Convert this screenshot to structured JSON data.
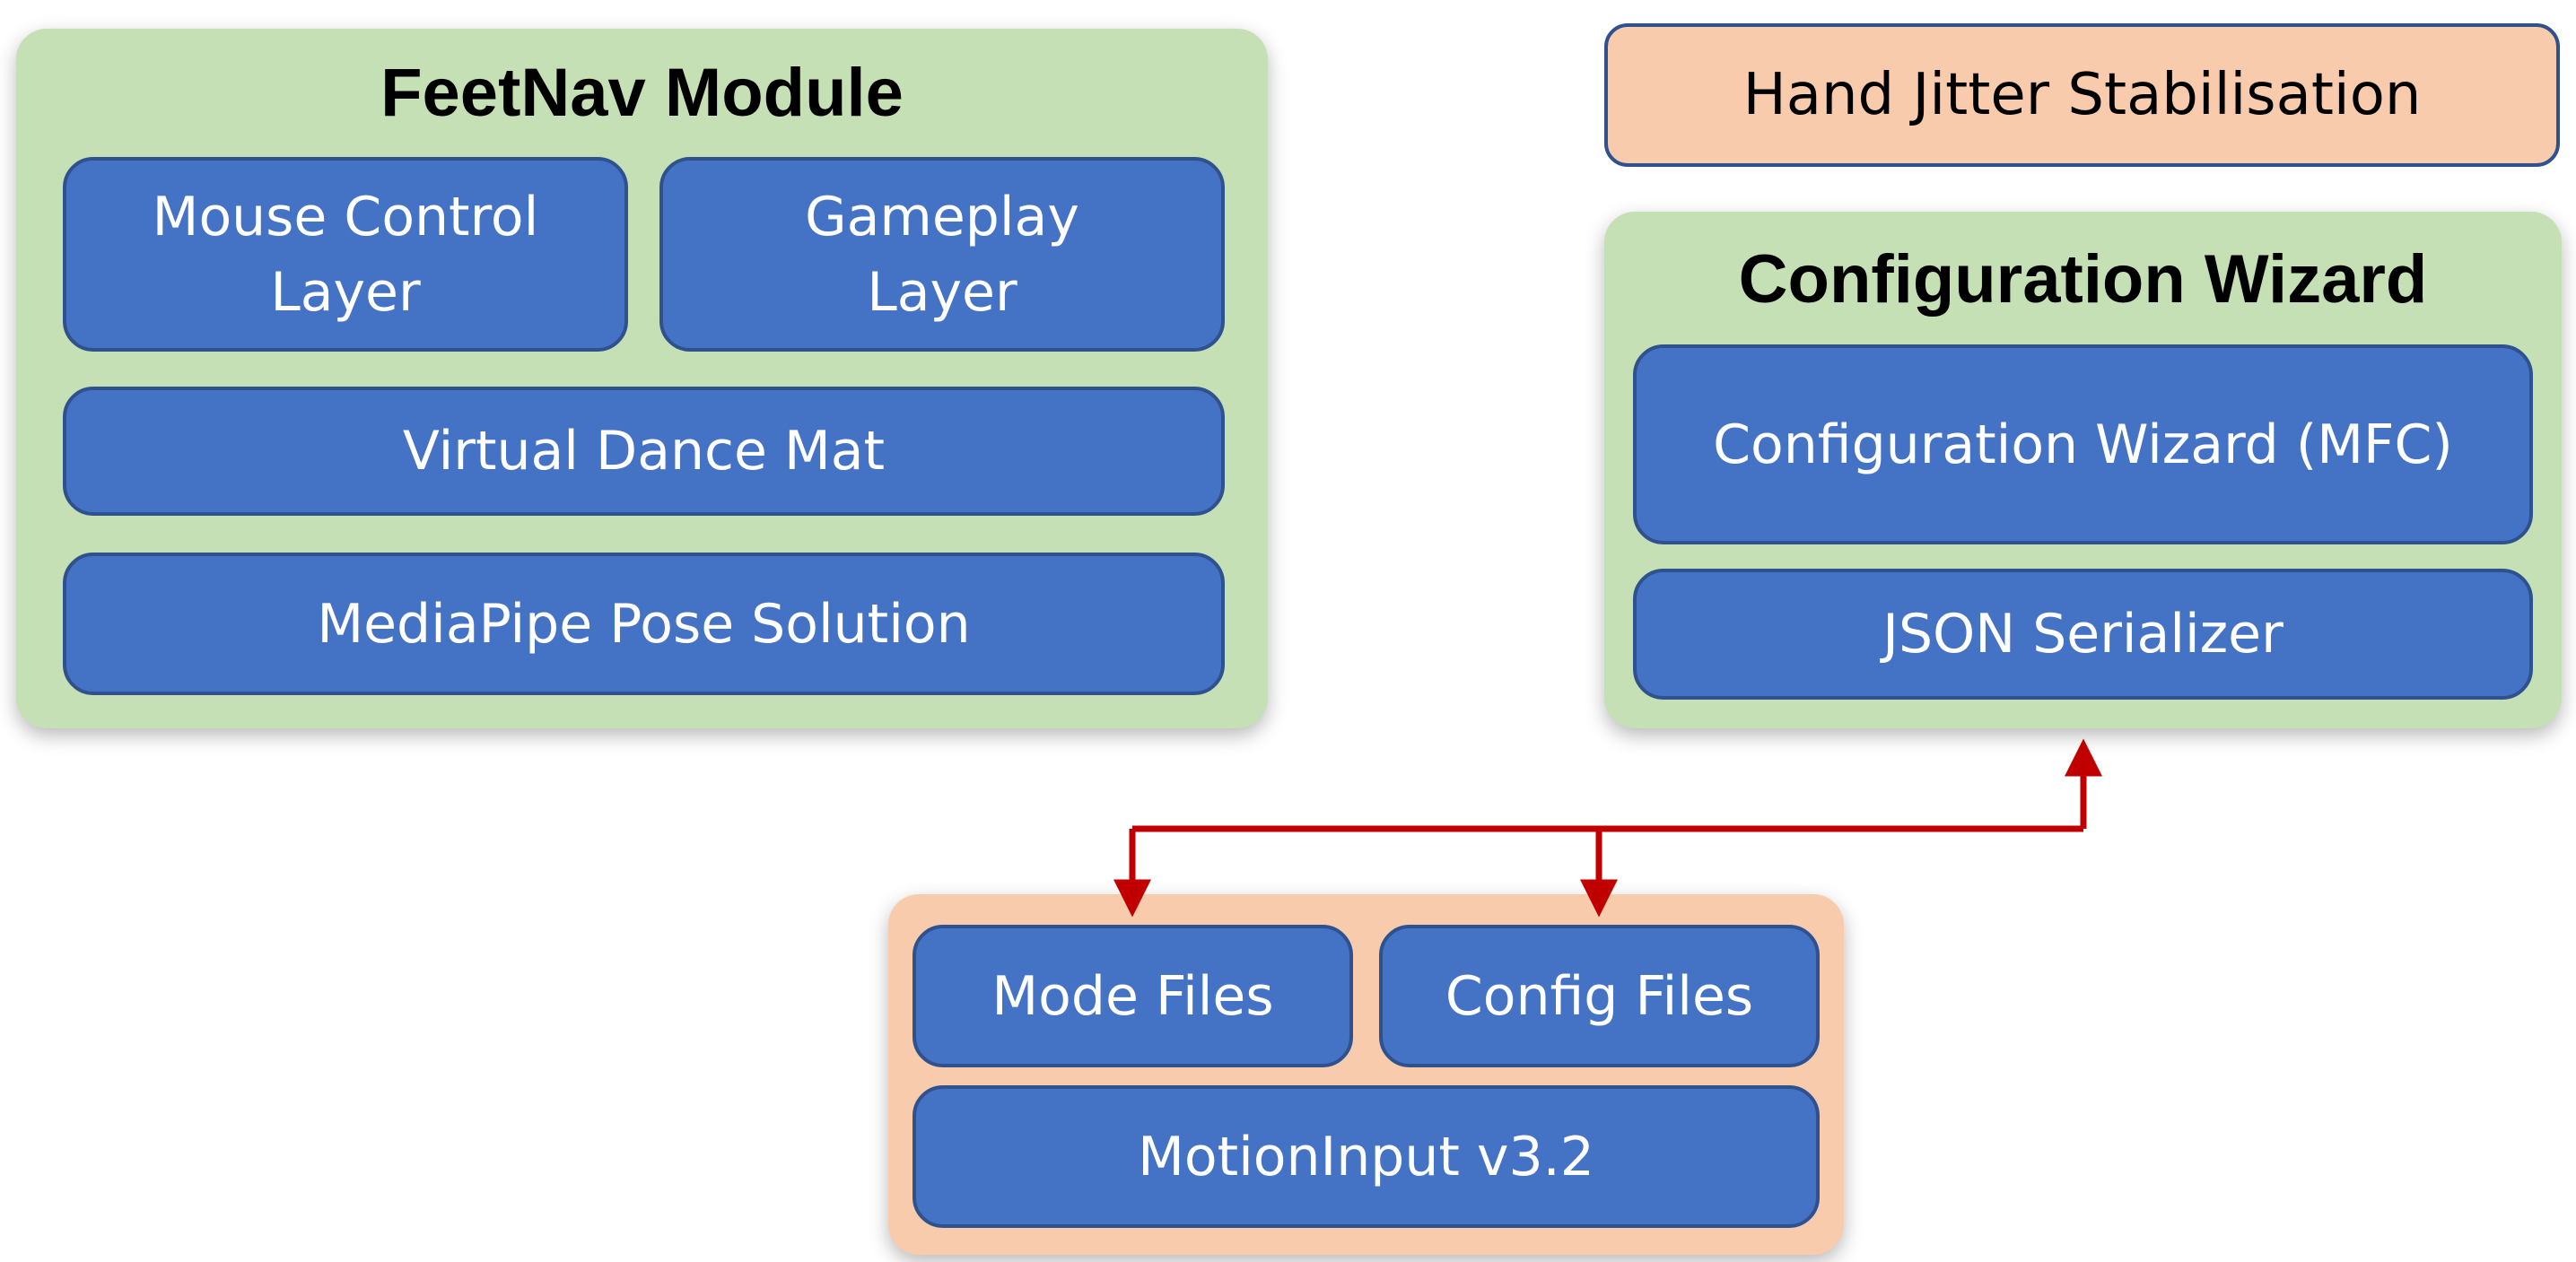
{
  "feetnav": {
    "title": "FeetNav Module",
    "mouse_control": "Mouse Control\nLayer",
    "gameplay": "Gameplay\nLayer",
    "dance_mat": "Virtual Dance Mat",
    "mediapipe": "MediaPipe Pose Solution"
  },
  "hand_jitter": {
    "label": "Hand Jitter Stabilisation"
  },
  "config_wizard": {
    "title": "Configuration Wizard",
    "mfc": "Configuration Wizard (MFC)",
    "json": "JSON Serializer"
  },
  "motioninput": {
    "mode_files": "Mode Files",
    "config_files": "Config Files",
    "core": "MotionInput v3.2"
  },
  "colors": {
    "panel_green": "#c5e0b4",
    "panel_peach": "#f8cbad",
    "block_blue": "#4472c4",
    "block_border": "#2f528f",
    "connector_red": "#c00000"
  }
}
